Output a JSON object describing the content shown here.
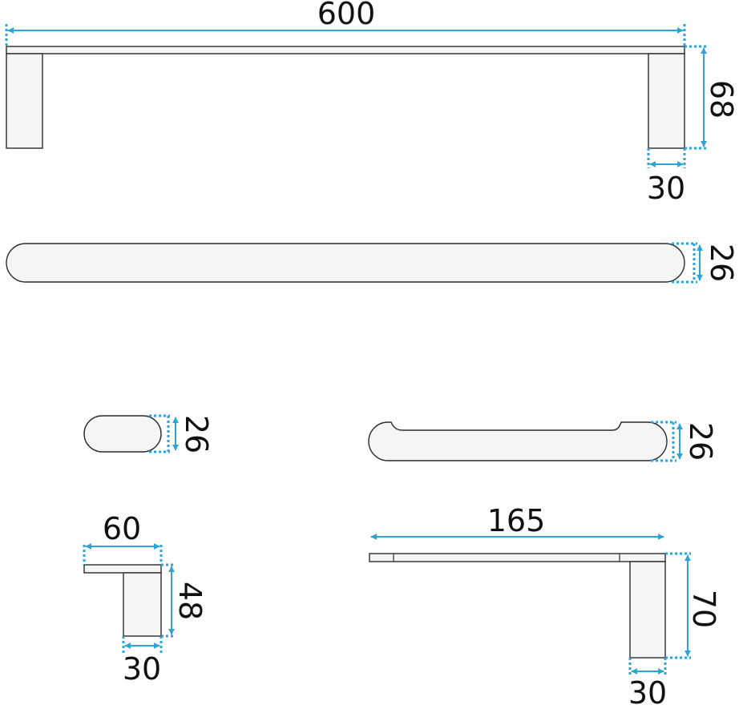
{
  "accent_color": "#2ea3d6",
  "outline_color": "#2b2b2b",
  "views": {
    "towel_bar_front": {
      "length": "600",
      "depth": "68",
      "width": "30"
    },
    "towel_bar_top": {
      "height": "26"
    },
    "hook_top": {
      "height": "26"
    },
    "small_bar_top": {
      "height": "26"
    },
    "hook_side": {
      "length": "60",
      "depth": "48",
      "width": "30"
    },
    "small_bar_side": {
      "length": "165",
      "depth": "70",
      "width": "30"
    }
  }
}
